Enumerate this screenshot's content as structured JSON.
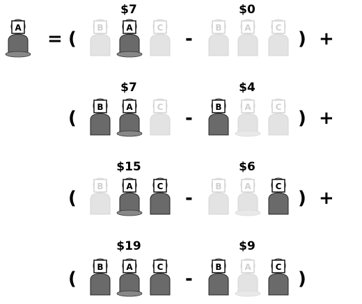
{
  "player_labels": {
    "a": "A",
    "b": "B",
    "c": "C"
  },
  "equation": {
    "equals": "=",
    "rows": [
      {
        "open": "(",
        "minus": "-",
        "close": ")",
        "plus": "+",
        "left": {
          "value": "$7",
          "present": [
            "A"
          ]
        },
        "right": {
          "value": "$0",
          "present": []
        }
      },
      {
        "open": "(",
        "minus": "-",
        "close": ")",
        "plus": "+",
        "left": {
          "value": "$7",
          "present": [
            "B",
            "A"
          ]
        },
        "right": {
          "value": "$4",
          "present": [
            "B"
          ]
        }
      },
      {
        "open": "(",
        "minus": "-",
        "close": ")",
        "plus": "+",
        "left": {
          "value": "$15",
          "present": [
            "A",
            "C"
          ]
        },
        "right": {
          "value": "$6",
          "present": [
            "C"
          ]
        }
      },
      {
        "open": "(",
        "minus": "-",
        "close": ")",
        "plus": "",
        "left": {
          "value": "$19",
          "present": [
            "B",
            "A",
            "C"
          ]
        },
        "right": {
          "value": "$9",
          "present": [
            "B",
            "C"
          ]
        }
      }
    ]
  },
  "colors": {
    "ink": "#000000",
    "figure": "#555555",
    "coins": "#777777"
  }
}
